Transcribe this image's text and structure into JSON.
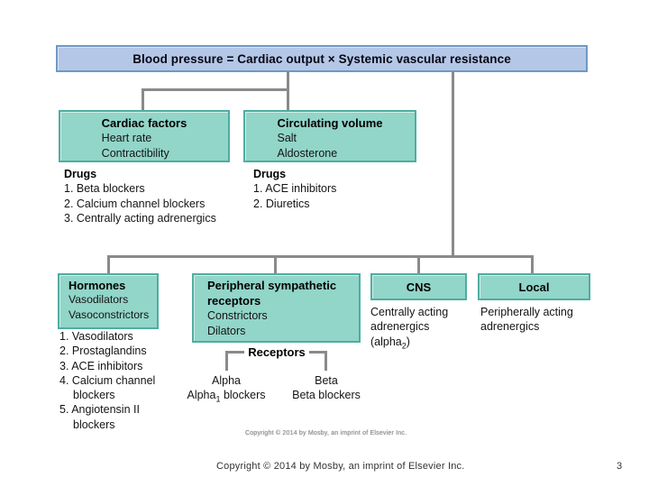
{
  "title_box": {
    "text": "Blood pressure = Cardiac output × Systemic vascular resistance"
  },
  "row1": {
    "cardiac": {
      "heading": "Cardiac factors",
      "line1": "Heart rate",
      "line2": "Contractibility"
    },
    "volume": {
      "heading": "Circulating volume",
      "line1": "Salt",
      "line2": "Aldosterone"
    },
    "drugs_left": {
      "heading": "Drugs",
      "items": [
        "1. Beta blockers",
        "2. Calcium channel blockers",
        "3. Centrally acting adrenergics"
      ]
    },
    "drugs_right": {
      "heading": "Drugs",
      "items": [
        "1. ACE inhibitors",
        "2. Diuretics"
      ]
    }
  },
  "row2": {
    "hormones": {
      "heading": "Hormones",
      "line1": "Vasodilators",
      "line2": "Vasoconstrictors"
    },
    "peripheral": {
      "heading": "Peripheral sympathetic receptors",
      "line1": "Constrictors",
      "line2": "Dilators"
    },
    "cns": {
      "heading": "CNS",
      "note_line1": "Centrally acting",
      "note_line2": "adrenergics",
      "note_line3_pre": "(alpha",
      "note_line3_sub": "2",
      "note_line3_post": ")"
    },
    "local": {
      "heading": "Local",
      "note_line1": "Peripherally acting",
      "note_line2": "adrenergics"
    },
    "hormone_drugs": [
      "1. Vasodilators",
      "2. Prostaglandins",
      "3. ACE inhibitors",
      "4. Calcium channel blockers",
      "5. Angiotensin II blockers"
    ],
    "receptors": {
      "label": "Receptors",
      "alpha_name": "Alpha",
      "alpha_drug_pre": "Alpha",
      "alpha_drug_sub": "1",
      "alpha_drug_post": " blockers",
      "beta_name": "Beta",
      "beta_drug": "Beta blockers"
    }
  },
  "footer": {
    "figure_credit": "Copyright © 2014 by Mosby, an imprint of Elsevier Inc.",
    "caption": "Copyright © 2014 by Mosby, an imprint of Elsevier Inc.",
    "page_number": "3"
  },
  "colors": {
    "box_blue": "#b4c7e7",
    "box_blue_border": "#6f98c5",
    "box_teal": "#92d5c9",
    "box_teal_border": "#4fada1",
    "connector": "#8a8a8a"
  }
}
